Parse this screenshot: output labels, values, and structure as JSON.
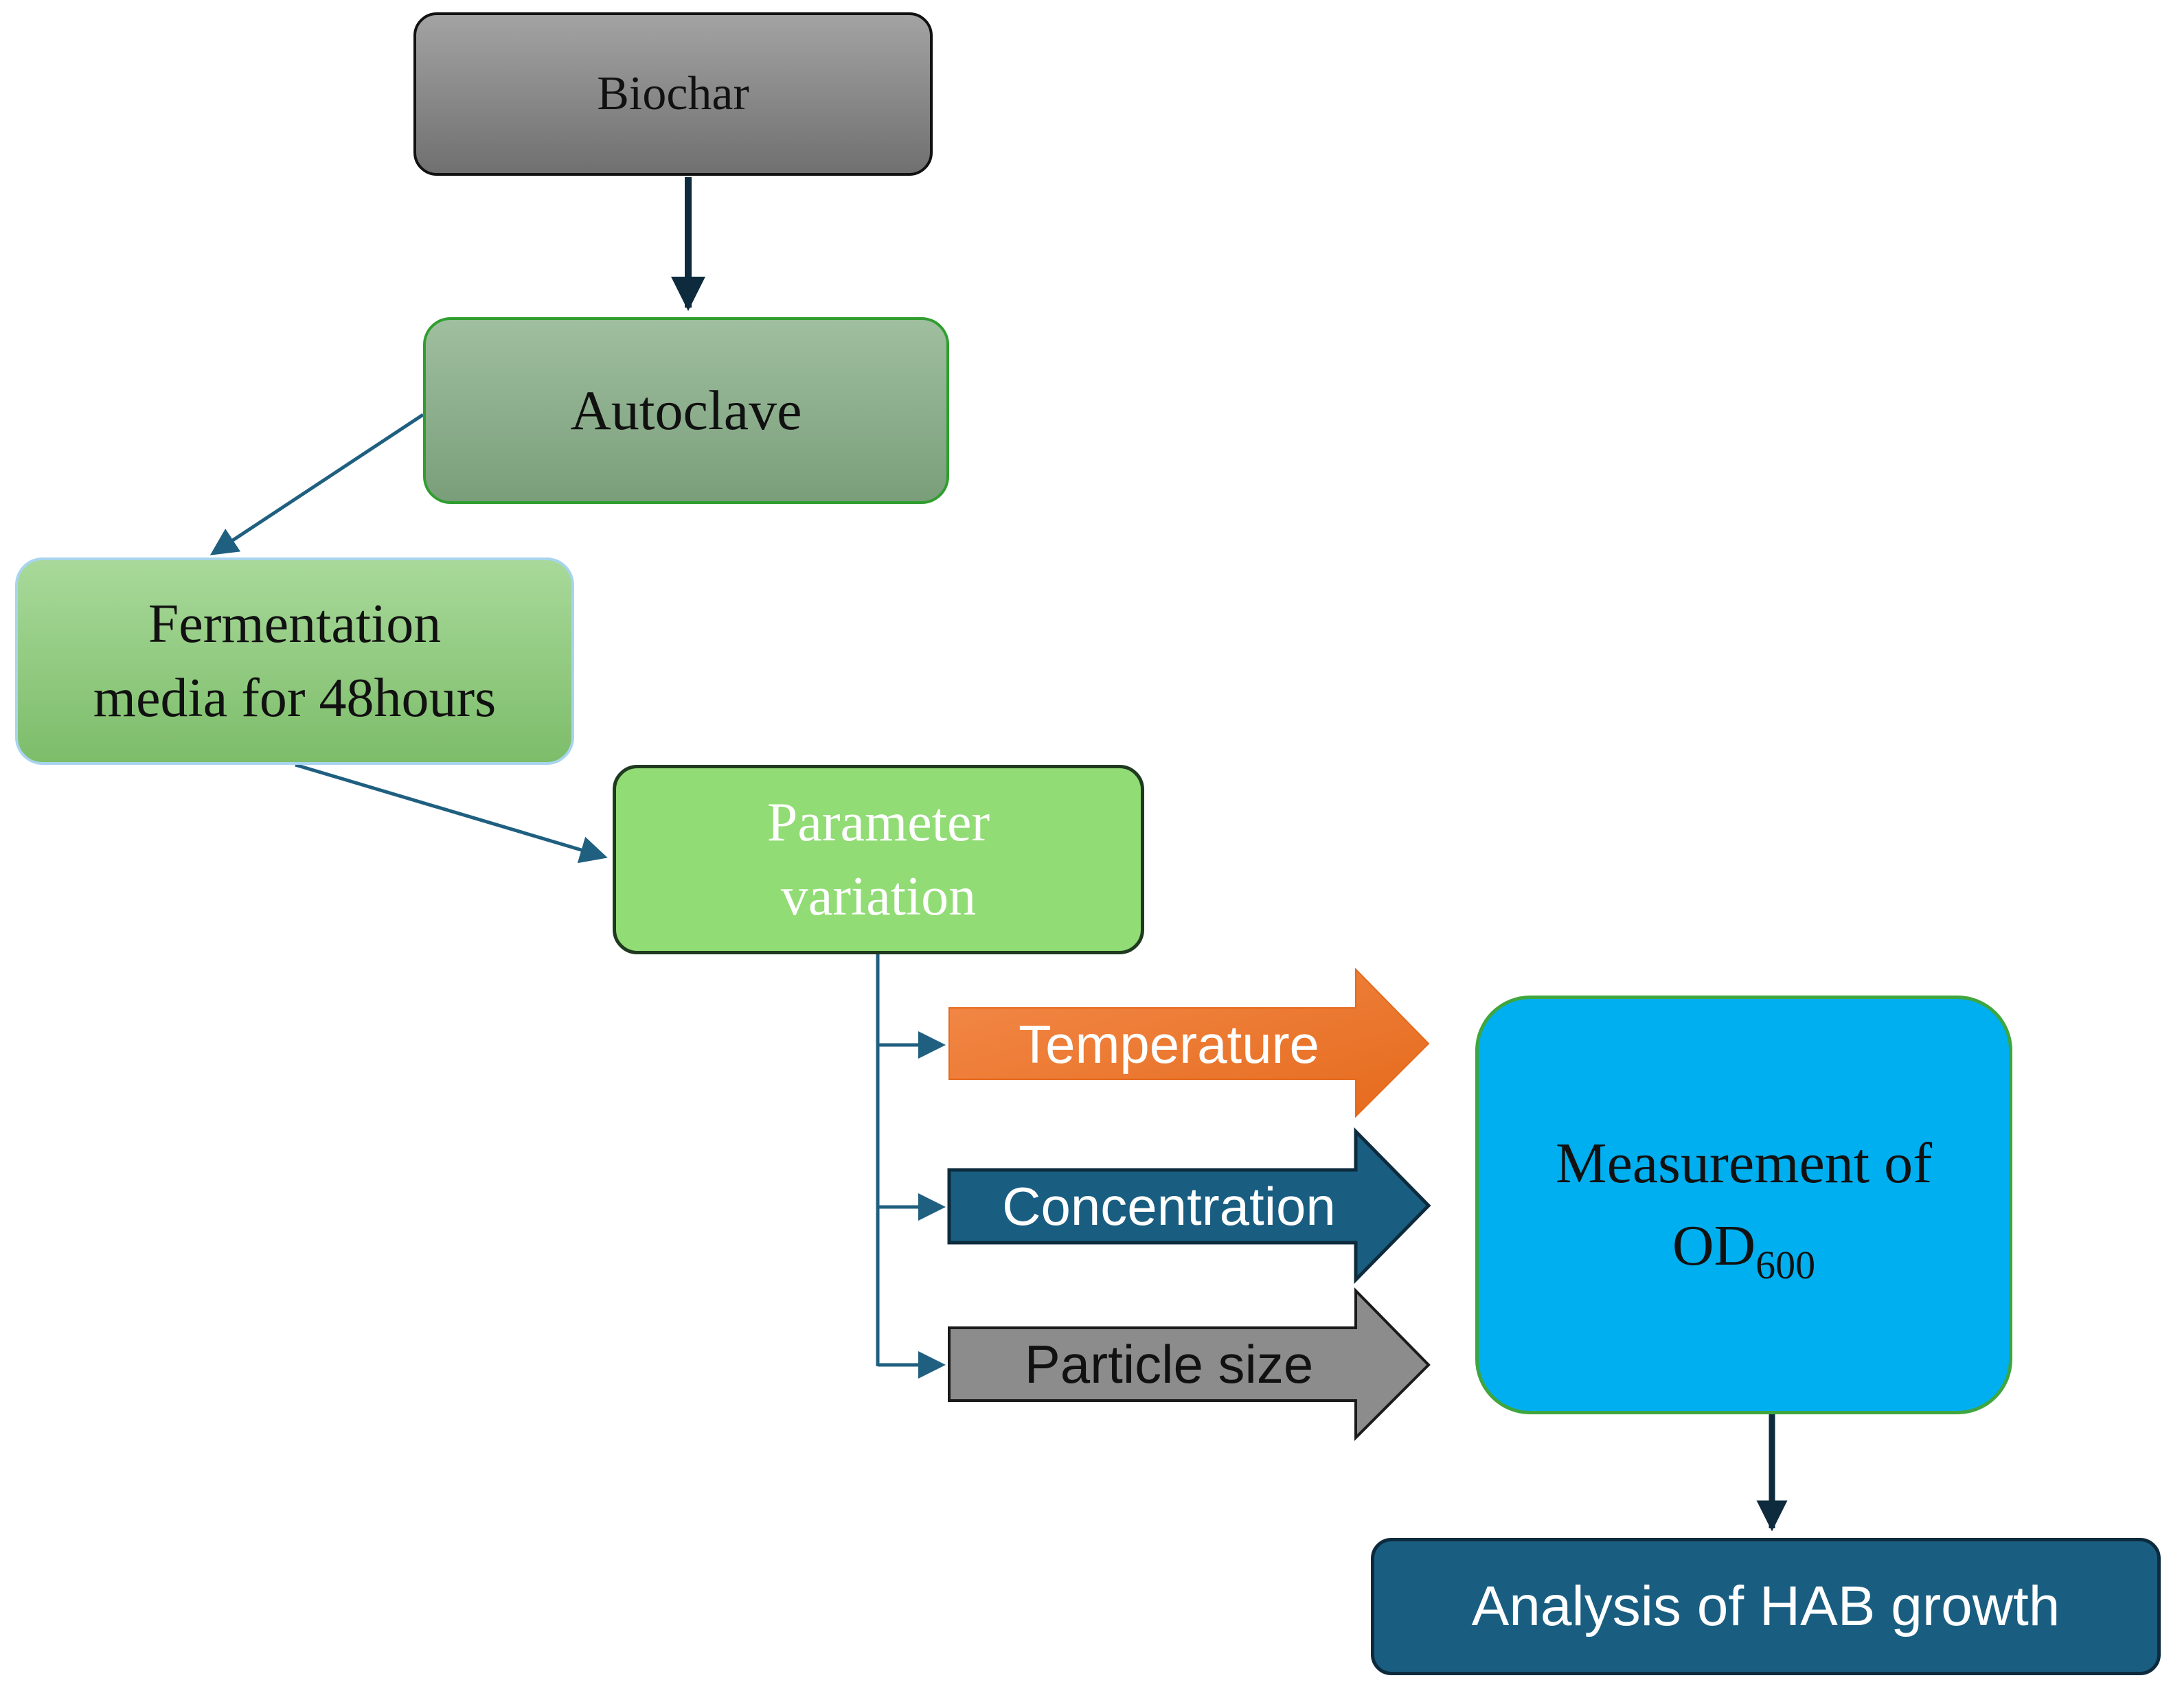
{
  "nodes": {
    "biochar": "Biochar",
    "autoclave": "Autoclave",
    "fermentation_line1": "Fermentation",
    "fermentation_line2": "media for 48hours",
    "parameter_line1": "Parameter",
    "parameter_line2": "variation",
    "measurement_line1": "Measurement of",
    "measurement_line2_main": "OD",
    "measurement_line2_sub": "600",
    "analysis": "Analysis of HAB growth"
  },
  "parameters": [
    {
      "label": "Temperature",
      "color": "#ed7128"
    },
    {
      "label": "Concentration",
      "color": "#195e81"
    },
    {
      "label": "Particle size",
      "color": "#8c8c8c"
    }
  ],
  "colors": {
    "connector": "#1f5f80",
    "dark_connector": "#0d2b3d"
  }
}
